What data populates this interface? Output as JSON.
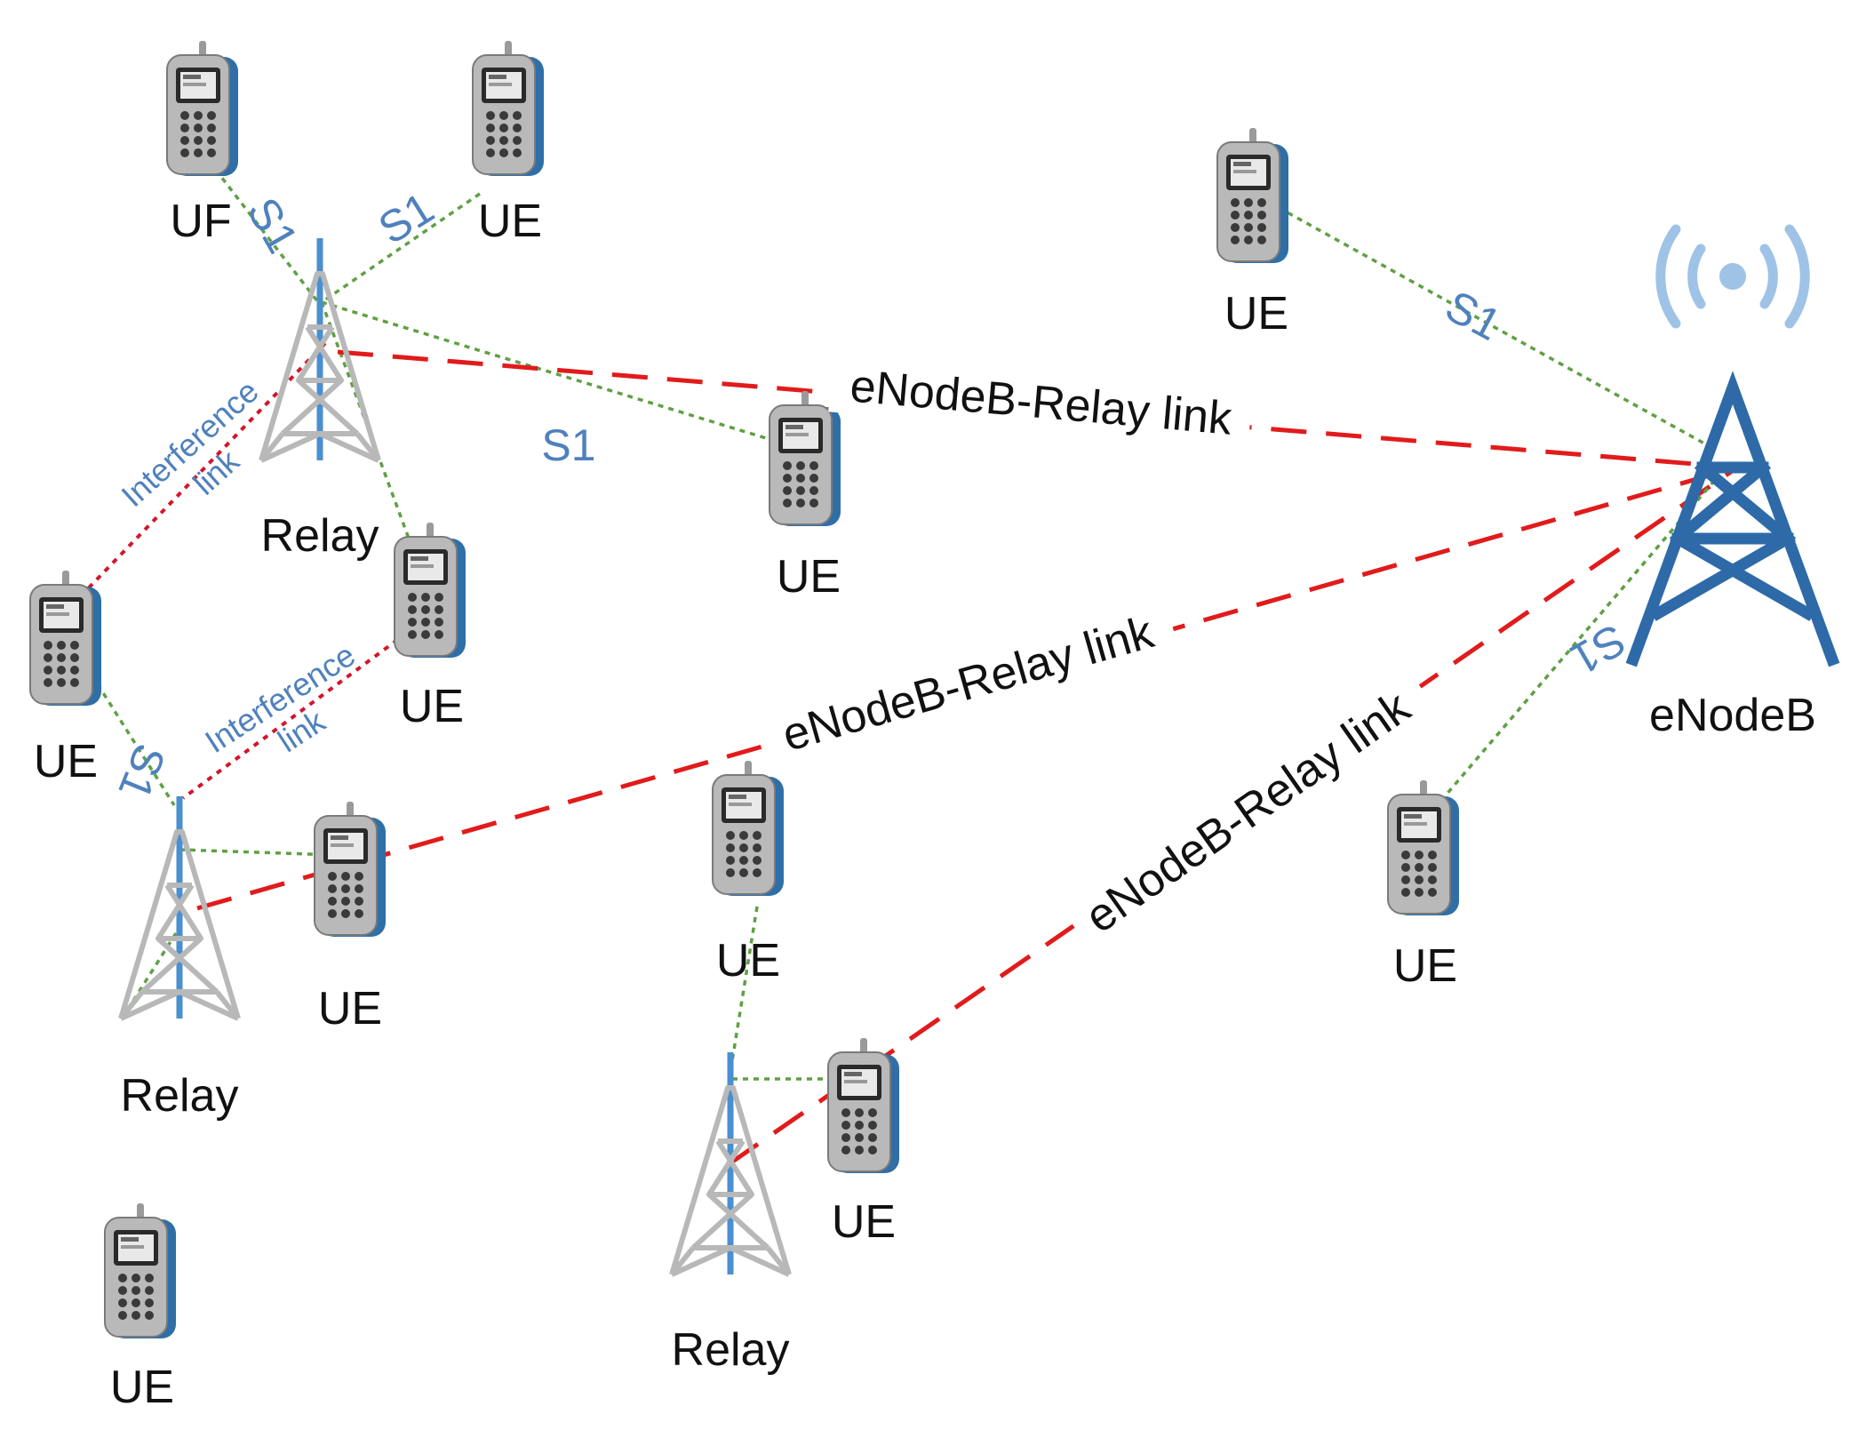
{
  "labels": {
    "ue": "UE",
    "ue_partial": "UF",
    "relay": "Relay",
    "enodeb": "eNodeB",
    "s1": "S1",
    "link": "eNodeB-Relay link",
    "interference_line1": "Interference",
    "interference_line2": "link"
  },
  "colors": {
    "access_link": "#5fa043",
    "backhaul_link": "#e11b1b",
    "interference_link": "#d4142a",
    "s1_text": "#4f81bd",
    "enodeb_tower": "#2e6aa8",
    "relay_tower": "#b8b8b8",
    "relay_mast": "#4a8fd0"
  },
  "icons": {
    "ue": "mobile-phone-icon",
    "relay": "relay-tower-icon",
    "enodeb": "enodeb-tower-icon"
  }
}
